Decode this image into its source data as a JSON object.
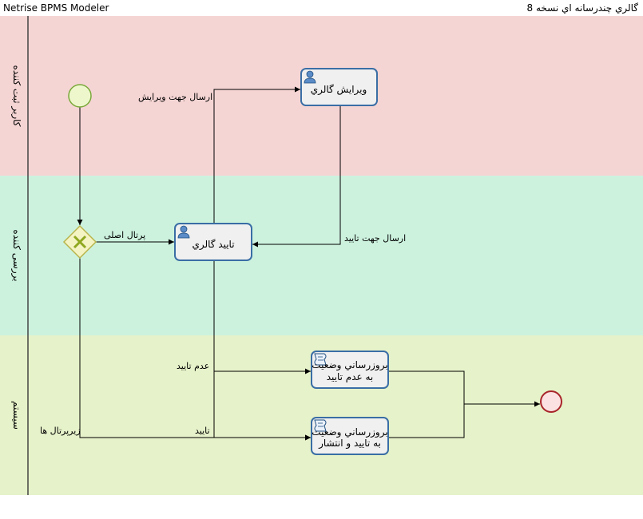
{
  "header": {
    "app_title": "Netrise BPMS Modeler",
    "process_title": "گالري چندرسانه اي  نسخه 8"
  },
  "lanes": [
    {
      "label": "کاربر ثبت کننده",
      "color": "#f5d5d4"
    },
    {
      "label": "بررسی کننده",
      "color": "#ccf2de"
    },
    {
      "label": "سیستم",
      "color": "#e6f2c9"
    }
  ],
  "tasks": {
    "edit_gallery": {
      "label": "ويرايش گالري",
      "type": "user"
    },
    "approve_gallery": {
      "label": "تاييد گالري",
      "type": "user"
    },
    "update_reject": {
      "line1": "بروزرساني وضعيت",
      "line2": "به عدم تاييد",
      "type": "script"
    },
    "update_publish": {
      "line1": "بروزرساني وضعيت",
      "line2": "به تاييد و انتشار",
      "type": "script"
    }
  },
  "flows": {
    "send_for_edit": "ارسال جهت ويرايش",
    "send_for_approval": "ارسال جهت تاييد",
    "main_portal": "پرتال اصلی",
    "sub_portals": "زيرپرتال ها",
    "rejected": "عدم تاييد",
    "approved": "تاييد"
  },
  "colors": {
    "task_stroke": "#3a6ea5",
    "start_fill": "#eef7cc",
    "start_stroke": "#7aa83a",
    "gateway_fill": "#f4f3c4",
    "gateway_stroke": "#b8b54a",
    "gateway_x": "#8fa820",
    "end_fill": "#fbe1e1",
    "end_stroke": "#a8242a"
  }
}
